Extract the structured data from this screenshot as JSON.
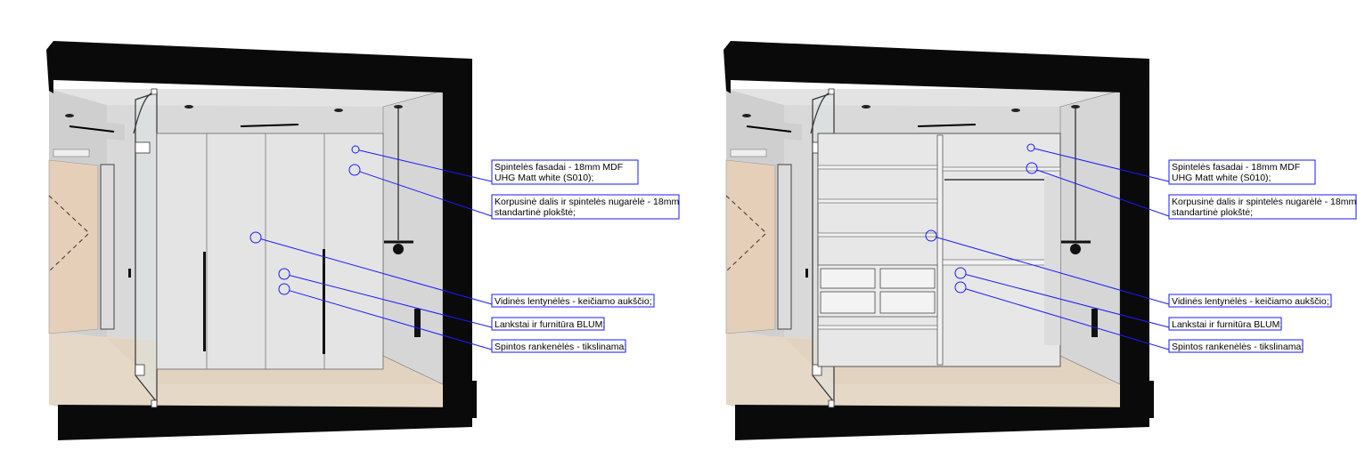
{
  "views": [
    {
      "name": "closed wardrobe",
      "labels": [
        {
          "lines": [
            "Spintelės fasadai - 18mm MDF",
            "UHG Matt white (S010);"
          ]
        },
        {
          "lines": [
            "Korpusinė dalis ir spintelės nugarėlė - 18mm",
            "standartinė plokštė;"
          ]
        },
        {
          "lines": [
            "Vidinės lentynėlės - keičiamo aukščio;"
          ]
        },
        {
          "lines": [
            "Lankstai ir furnitūra BLUM;"
          ]
        },
        {
          "lines": [
            "Spintos rankenėlės - tikslinama;"
          ]
        }
      ]
    },
    {
      "name": "open wardrobe",
      "labels": [
        {
          "lines": [
            "Spintelės fasadai - 18mm MDF",
            "UHG Matt white (S010);"
          ]
        },
        {
          "lines": [
            "Korpusinė dalis ir spintelės nugarėlė - 18mm",
            "standartinė plokštė;"
          ]
        },
        {
          "lines": [
            "Vidinės lentynėlės - keičiamo aukščio;"
          ]
        },
        {
          "lines": [
            "Lankstai ir furnitūra BLUM;"
          ]
        },
        {
          "lines": [
            "Spintos rankenėlės - tikslinama;"
          ]
        }
      ]
    }
  ],
  "colors": {
    "frame": "#0a0a0a",
    "wall": "#d7d7d7",
    "floor": "#e6d8c6",
    "door_panel": "#e6cfb8",
    "leader": "#1a1aff",
    "wardrobe_face": "#e4e4e4"
  }
}
